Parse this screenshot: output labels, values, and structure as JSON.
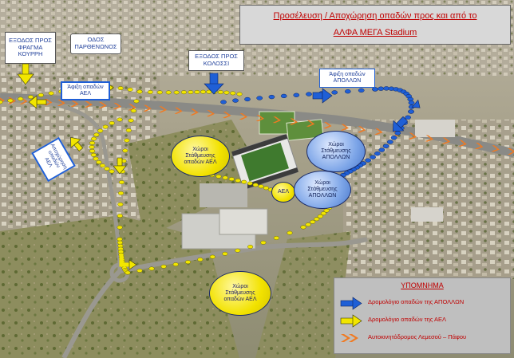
{
  "title": {
    "line1": "Προσέλευση / Αποχώρηση οπαδών προς και από το",
    "line2": "ΑΛΦΑ ΜΕΓΑ Stadium"
  },
  "labels": {
    "exit_kourri": [
      "ΕΞΟΔΟΣ ΠΡΟΣ",
      "ΦΡΑΓΜΑ",
      "ΚΟΥΡΡΗ"
    ],
    "odos_parthenonos": [
      "ΟΔΟΣ",
      "ΠΑΡΘΕΝΩΝΟΣ"
    ],
    "exit_kolossi": [
      "ΕΞΟΔΟΣ ΠΡΟΣ",
      "ΚΟΛΟΣΣΙ"
    ],
    "arrival_apollon": [
      "Άφιξη οπαδών",
      "ΑΠΟΛΛΩΝ"
    ],
    "arrival_ael": [
      "Άφιξη οπαδών",
      "ΑΕΛ"
    ],
    "departure_ael": [
      "Αποχώρηση",
      "οπαδών",
      "ΑΕΛ"
    ]
  },
  "zones": {
    "parking_ael_north": [
      "Χώροι",
      "Στάθμευσης",
      "οπαδών ΑΕΛ"
    ],
    "parking_apollon_north": [
      "Χώροι",
      "Στάθμευσης",
      "ΑΠΟΛΛΩΝ"
    ],
    "ael_small": "ΑΕΛ",
    "parking_apollon_south": [
      "Χώροι",
      "Στάθμευσης",
      "ΑΠΟΛΛΩΝ"
    ],
    "parking_ael_south": [
      "Χώροι",
      "Στάθμευσης",
      "οπαδών ΑΕΛ"
    ]
  },
  "legend": {
    "title": "ΥΠΟΜΝΗΜΑ",
    "items": [
      {
        "label": "Δρομολόγιο οπαδών της ΑΠΟΛΛΩΝ",
        "symbol": "blue-arrow",
        "color": "#1f5fd6"
      },
      {
        "label": "Δρομολόγιο οπαδών της ΑΕΛ",
        "symbol": "yellow-arrow",
        "color": "#f2e600"
      },
      {
        "label": "Αυτοκινητόδρομος Λεμεσού – Πάφου",
        "symbol": "orange-chevrons",
        "color": "#f07a22"
      }
    ]
  },
  "colors": {
    "apollon_route": "#1f5fd6",
    "ael_route": "#f2e600",
    "motorway": "#f07a22",
    "title_text": "#c00000"
  }
}
